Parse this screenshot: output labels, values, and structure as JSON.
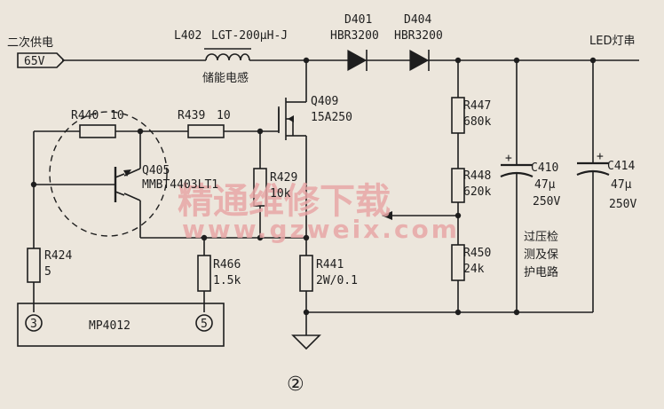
{
  "figure_number": "②",
  "input": {
    "label": "二次供电",
    "voltage": "65V"
  },
  "output": {
    "label": "LED灯串"
  },
  "inductor": {
    "ref": "L402",
    "value": "LGT-200μH-J",
    "caption": "储能电感"
  },
  "diodes": [
    {
      "ref": "D401",
      "value": "HBR3200"
    },
    {
      "ref": "D404",
      "value": "HBR3200"
    }
  ],
  "mosfet": {
    "ref": "Q409",
    "value": "15A250"
  },
  "transistor": {
    "ref": "Q405",
    "value": "MMBT4403LT1"
  },
  "resistors": {
    "r440": {
      "ref": "R440",
      "value": "10"
    },
    "r439": {
      "ref": "R439",
      "value": "10"
    },
    "r429": {
      "ref": "R429",
      "value": "10k"
    },
    "r424": {
      "ref": "R424",
      "value": "5"
    },
    "r466": {
      "ref": "R466",
      "value": "1.5k"
    },
    "r441": {
      "ref": "R441",
      "value": "2W/0.1"
    },
    "r447": {
      "ref": "R447",
      "value": "680k"
    },
    "r448": {
      "ref": "R448",
      "value": "620k"
    },
    "r450": {
      "ref": "R450",
      "value": "24k"
    }
  },
  "capacitors": [
    {
      "ref": "C410",
      "value": "47μ",
      "voltage": "250V"
    },
    {
      "ref": "C414",
      "value": "47μ",
      "voltage": "250V"
    }
  ],
  "ic": {
    "ref": "MP4012",
    "pin_a": "3",
    "pin_b": "5"
  },
  "annotation": [
    "过压检",
    "测及保",
    "护电路"
  ],
  "watermark": {
    "cn": "精通维修下载",
    "url": "www.gzweix.com"
  }
}
